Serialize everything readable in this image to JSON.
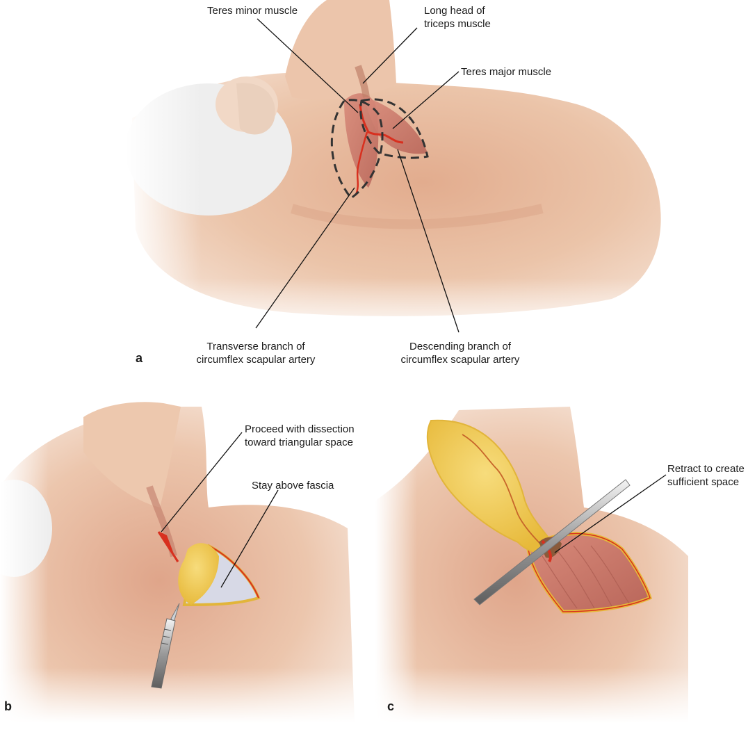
{
  "panels": {
    "a": {
      "letter": "a",
      "labels": {
        "teres_minor": "Teres minor muscle",
        "long_head_triceps": "Long head of\ntriceps muscle",
        "teres_major": "Teres major muscle",
        "transverse_branch": "Transverse branch of\ncircumflex scapular artery",
        "descending_branch": "Descending branch of\ncircumflex scapular artery"
      }
    },
    "b": {
      "letter": "b",
      "labels": {
        "proceed_dissection": "Proceed with dissection\ntoward triangular space",
        "stay_above_fascia": "Stay above fascia"
      }
    },
    "c": {
      "letter": "c",
      "labels": {
        "retract": "Retract to create\nsufficient space"
      }
    }
  },
  "colors": {
    "skin": "#e9bfa2",
    "skin_shadow": "#d99e7f",
    "muscle": "#c9776a",
    "artery": "#d8301f",
    "fat": "#f2cf5a",
    "fascia": "#d7d9e6",
    "hair": "#e6e6e6",
    "leader": "#111111"
  }
}
